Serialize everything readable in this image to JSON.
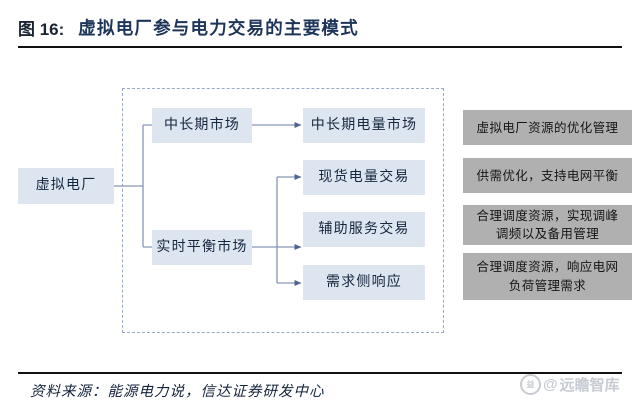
{
  "figure": {
    "number_label": "图 16:",
    "title": "虚拟电厂参与电力交易的主要模式",
    "source_note": "资料来源：能源电力说，信达证券研发中心"
  },
  "watermark": {
    "badge_glyph": "益",
    "at_symbol": "@",
    "name": "远瞻智库"
  },
  "colors": {
    "node_blue_fill": "#dce5f0",
    "node_blue_text": "#16263d",
    "node_gray_fill": "#b0b0b0",
    "node_gray_text": "#151515",
    "connector": "#8696b8",
    "dashed_border": "#9ba8c4",
    "rule": "#111111",
    "title_text": "#1d3558"
  },
  "diagram": {
    "type": "flowchart",
    "root": {
      "id": "vpp",
      "label": "虚拟电厂"
    },
    "markets": [
      {
        "id": "mid-long-market",
        "label": "中长期市场"
      },
      {
        "id": "realtime-balance-market",
        "label": "实时平衡市场"
      }
    ],
    "transactions": [
      {
        "id": "mid-long-energy-market",
        "label": "中长期电量市场"
      },
      {
        "id": "spot-energy-trading",
        "label": "现货电量交易"
      },
      {
        "id": "ancillary-service-trading",
        "label": "辅助服务交易"
      },
      {
        "id": "demand-side-response",
        "label": "需求侧响应"
      }
    ],
    "outcomes": [
      {
        "id": "outcome-1",
        "label": "虚拟电厂资源的优化管理"
      },
      {
        "id": "outcome-2",
        "label": "供需优化，支持电网平衡"
      },
      {
        "id": "outcome-3",
        "line1": "合理调度资源，实现调峰",
        "line2": "调频以及备用管理"
      },
      {
        "id": "outcome-4",
        "line1": "合理调度资源，响应电网",
        "line2": "负荷管理需求"
      }
    ],
    "edges": [
      {
        "from": "vpp",
        "to": "mid-long-market"
      },
      {
        "from": "vpp",
        "to": "realtime-balance-market"
      },
      {
        "from": "mid-long-market",
        "to": "mid-long-energy-market"
      },
      {
        "from": "realtime-balance-market",
        "to": "spot-energy-trading"
      },
      {
        "from": "realtime-balance-market",
        "to": "ancillary-service-trading"
      },
      {
        "from": "realtime-balance-market",
        "to": "demand-side-response"
      }
    ]
  }
}
